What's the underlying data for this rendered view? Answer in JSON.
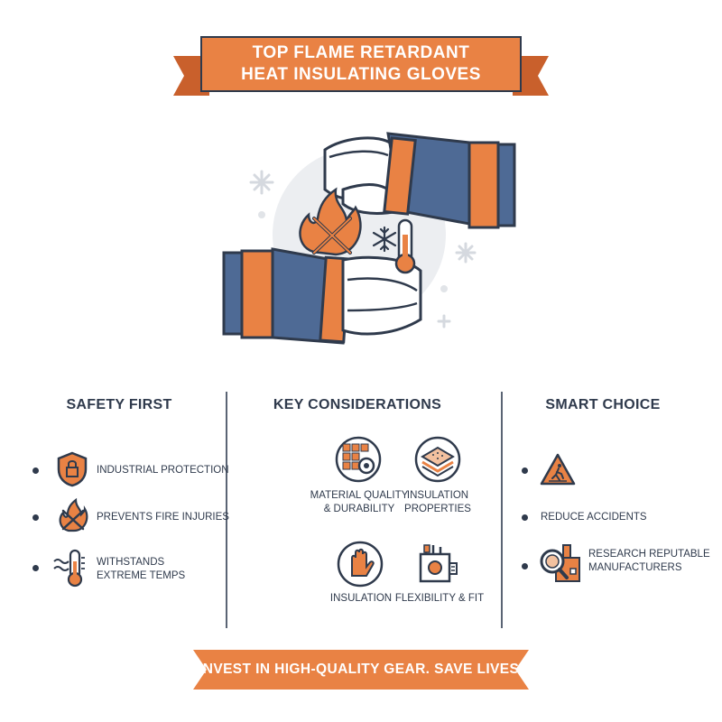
{
  "title": {
    "line1": "TOP FLAME RETARDANT",
    "line2": "HEAT INSULATING GLOVES"
  },
  "columns": {
    "safety": {
      "heading": "SAFETY FIRST",
      "items": [
        {
          "label": "INDUSTRIAL PROTECTION",
          "icon": "lock-shield-icon"
        },
        {
          "label": "PREVENTS FIRE INJURIES",
          "icon": "crossed-flame-icon"
        },
        {
          "label_line1": "WITHSTANDS",
          "label_line2": "EXTREME TEMPS",
          "icon": "thermometer-icon"
        }
      ]
    },
    "considerations": {
      "heading": "KEY CONSIDERATIONS",
      "items": [
        {
          "label_line1": "MATERIAL QUALITY",
          "label_line2": "& DURABILITY",
          "icon": "fabric-gear-icon"
        },
        {
          "label_line1": "INSULATION",
          "label_line2": "PROPERTIES",
          "icon": "insulation-layers-icon"
        },
        {
          "label": "INSULATION",
          "icon": "glove-hand-icon"
        },
        {
          "label": "FLEXIBILITY & FIT",
          "icon": "flexible-device-icon"
        }
      ]
    },
    "smart": {
      "heading": "SMART CHOICE",
      "items": [
        {
          "label": "",
          "icon": "warning-sign-icon"
        },
        {
          "label": "REDUCE ACCIDENTS",
          "icon": ""
        },
        {
          "label_line1": "RESEARCH REPUTABLE",
          "label_line2": "MANUFACTURERS",
          "icon": "factory-search-icon"
        }
      ]
    }
  },
  "banner": {
    "text": "INVEST IN HIGH-QUALITY GEAR. SAVE LIVES."
  },
  "colors": {
    "orange": "#e98244",
    "navy": "#2f3a4c",
    "blue": "#4e6a95",
    "gray": "#eceef1"
  }
}
